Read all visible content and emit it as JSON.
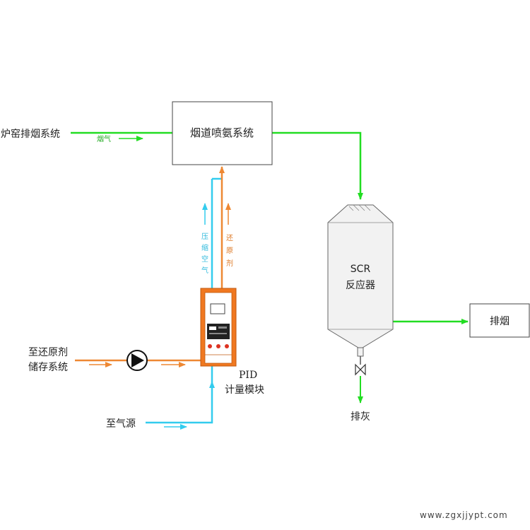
{
  "nodes": {
    "kiln_exhaust": "炉窑排烟系统",
    "ammonia_injection": "烟道喷氨系统",
    "scr_line1": "SCR",
    "scr_line2": "反应器",
    "stack": "排烟",
    "reductant_storage_line1": "至还原剂",
    "reductant_storage_line2": "储存系统",
    "air_source": "至气源",
    "metering_line1": "PID",
    "metering_line2": "计量模块",
    "ash_discharge": "排灰"
  },
  "flow_labels": {
    "flue_gas": "烟气",
    "compressed_air": [
      "压",
      "缩",
      "空",
      "气"
    ],
    "reductant": [
      "还",
      "原",
      "剂"
    ]
  },
  "colors": {
    "flue_gas": "#22dd22",
    "compressed_air": "#33ccee",
    "reductant": "#ee8833",
    "module": "#f07820",
    "line": "#555555"
  },
  "watermark": "www.zgxjjypt.com"
}
